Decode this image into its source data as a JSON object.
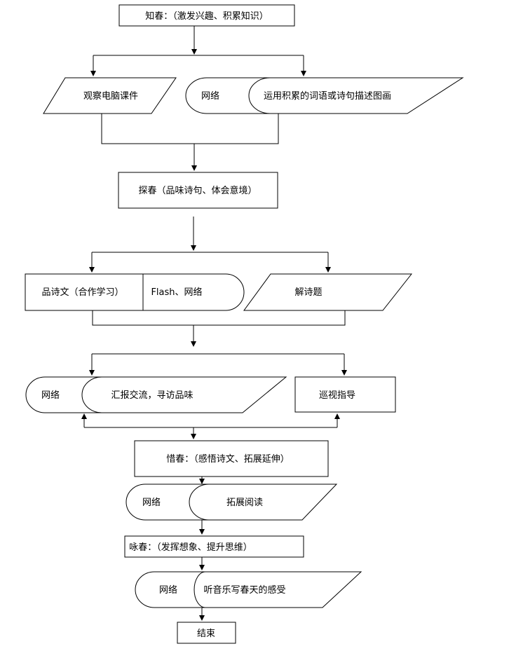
{
  "nodes": {
    "zhichun": "知春：（激发兴趣、积累知识）",
    "guancha": "观察电脑课件",
    "wangluo_1": "网络",
    "yunyong": "运用积累的词语或诗句描述图画",
    "tanchun": "探春（品味诗句、体会意境）",
    "pinshiwen": "品诗文（合作学习）",
    "flash_wangluo": "Flash、网络",
    "jieshiti": "解诗题",
    "wangluo_2": "网络",
    "huibao": "汇报交流，寻访品味",
    "xunshi": "巡视指导",
    "xichun": "惜春：（感悟诗文、拓展延伸）",
    "wangluo_3": "网络",
    "tuozhan": "拓展阅读",
    "yongchun": "咏春：（发挥想象、提升思维）",
    "wangluo_4": "网络",
    "tingyinyue": "听音乐写春天的感受",
    "jieshu": "结束"
  }
}
